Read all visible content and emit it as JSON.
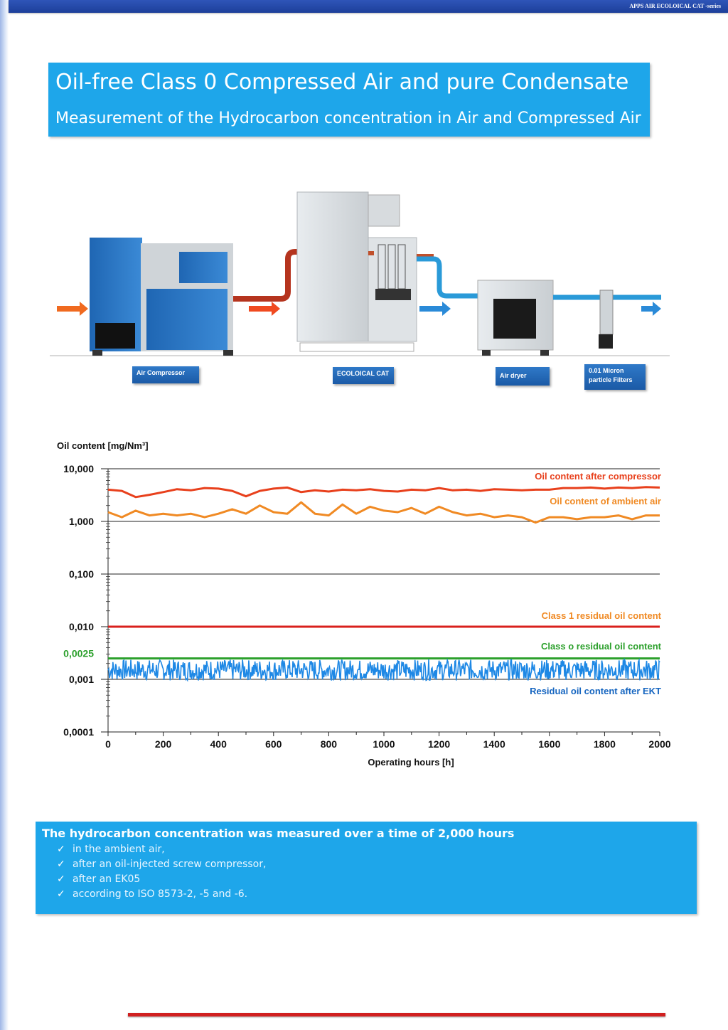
{
  "header": {
    "series_label": "APPS AIR ECOLOICAL CAT -series"
  },
  "title": {
    "main": "Oil-free Class 0 Compressed Air and pure Condensate",
    "sub": "Measurement of the Hydrocarbon concentration in Air and Compressed Air"
  },
  "equipment": {
    "compressor": "Air Compressor",
    "cat": "ECOLOICAL CAT",
    "dryer": "Air dryer",
    "filter_line1": "0.01 Micron",
    "filter_line2": "particle Filters"
  },
  "chart_data": {
    "type": "line",
    "ylabel": "Oil content [mg/Nm³]",
    "xlabel": "Operating hours [h]",
    "xlim": [
      0,
      2000
    ],
    "ylim": [
      0.0001,
      10
    ],
    "yscale": "log",
    "x_ticks": [
      "0",
      "200",
      "400",
      "600",
      "800",
      "1000",
      "1200",
      "1400",
      "1600",
      "1800",
      "2000"
    ],
    "y_ticks": [
      {
        "value": 10,
        "label": "10,000"
      },
      {
        "value": 1,
        "label": "1,000"
      },
      {
        "value": 0.1,
        "label": "0,100"
      },
      {
        "value": 0.01,
        "label": "0,010"
      },
      {
        "value": 0.0025,
        "label": "0,0025"
      },
      {
        "value": 0.001,
        "label": "0,001"
      },
      {
        "value": 0.0001,
        "label": "0,0001"
      }
    ],
    "series": [
      {
        "name": "Oil content after compressor",
        "color": "#e8401c",
        "x": [
          0,
          50,
          100,
          150,
          200,
          250,
          300,
          350,
          400,
          450,
          500,
          550,
          600,
          650,
          700,
          750,
          800,
          850,
          900,
          950,
          1000,
          1050,
          1100,
          1150,
          1200,
          1250,
          1300,
          1350,
          1400,
          1450,
          1500,
          1550,
          1600,
          1650,
          1700,
          1750,
          1800,
          1850,
          1900,
          1950,
          2000
        ],
        "y": [
          4.0,
          3.8,
          2.9,
          3.2,
          3.6,
          4.1,
          3.9,
          4.3,
          4.2,
          3.8,
          3.0,
          3.8,
          4.2,
          4.4,
          3.6,
          3.9,
          3.7,
          4.0,
          3.9,
          4.1,
          3.8,
          3.7,
          4.0,
          3.9,
          4.3,
          3.9,
          4.0,
          3.8,
          4.1,
          4.0,
          3.9,
          4.0,
          4.0,
          4.3,
          4.3,
          4.4,
          4.2,
          4.4,
          4.3,
          4.5,
          4.4
        ]
      },
      {
        "name": "Oil content of ambient air",
        "color": "#f08a24",
        "x": [
          0,
          50,
          100,
          150,
          200,
          250,
          300,
          350,
          400,
          450,
          500,
          550,
          600,
          650,
          700,
          750,
          800,
          850,
          900,
          950,
          1000,
          1050,
          1100,
          1150,
          1200,
          1250,
          1300,
          1350,
          1400,
          1450,
          1500,
          1550,
          1600,
          1650,
          1700,
          1750,
          1800,
          1850,
          1900,
          1950,
          2000
        ],
        "y": [
          1.5,
          1.2,
          1.6,
          1.3,
          1.4,
          1.3,
          1.4,
          1.2,
          1.4,
          1.7,
          1.4,
          2.0,
          1.5,
          1.4,
          2.3,
          1.4,
          1.3,
          2.1,
          1.4,
          1.9,
          1.6,
          1.5,
          1.8,
          1.4,
          1.9,
          1.5,
          1.3,
          1.4,
          1.2,
          1.3,
          1.2,
          0.95,
          1.2,
          1.2,
          1.1,
          1.2,
          1.2,
          1.3,
          1.1,
          1.3,
          1.3
        ]
      },
      {
        "name": "Class 1 residual oil content",
        "color": "#d9201c",
        "x": [
          0,
          2000
        ],
        "y": [
          0.01,
          0.01
        ]
      },
      {
        "name": "Class o residual oil content",
        "color": "#2ca02c",
        "x": [
          0,
          2000
        ],
        "y": [
          0.0025,
          0.0025
        ]
      },
      {
        "name": "Residual oil content after EKT",
        "color": "#1e88e5",
        "range": [
          0.001,
          0.0025
        ]
      }
    ]
  },
  "info": {
    "heading": "The hydrocarbon concentration was measured over a time of 2,000 hours",
    "items": [
      "in the ambient air,",
      "after an oil-injected screw compressor,",
      "after an EK05",
      "according to ISO 8573-2, -5 and -6."
    ]
  }
}
